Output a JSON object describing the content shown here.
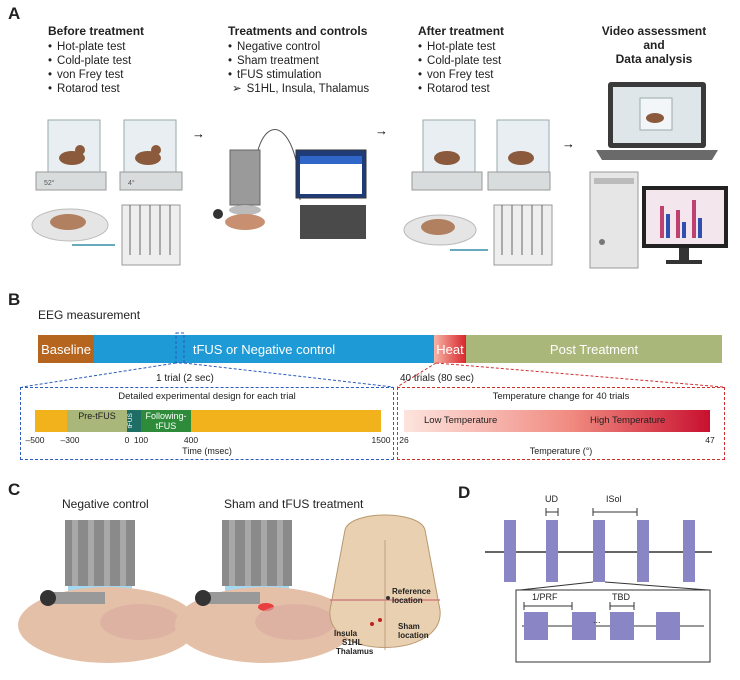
{
  "panels": {
    "A": {
      "label": "A",
      "before": {
        "title": "Before treatment",
        "items": [
          "Hot-plate test",
          "Cold-plate test",
          "von Frey test",
          "Rotarod test"
        ]
      },
      "treatments": {
        "title": "Treatments and controls",
        "items": [
          "Negative control",
          "Sham treatment",
          "tFUS stimulation"
        ],
        "subitem": "S1HL, Insula, Thalamus"
      },
      "after": {
        "title": "After treatment",
        "items": [
          "Hot-plate test",
          "Cold-plate test",
          "von Frey test",
          "Rotarod test"
        ]
      },
      "video": {
        "title_line1": "Video assessment",
        "title_line2": "and",
        "title_line3": "Data analysis"
      },
      "hot_plate_display": "52°",
      "cold_plate_display": "4°"
    },
    "B": {
      "label": "B",
      "title": "EEG measurement",
      "segments": {
        "baseline": "Baseline",
        "tfus": "tFUS or Negative control",
        "heat": "Heat",
        "post": "Post Treatment"
      },
      "one_trial": "1 trial (2 sec)",
      "forty_trials": "40 trials (80 sec)",
      "detail_title": "Detailed experimental design for each trial",
      "pre_tfus": "Pre-tFUS",
      "tfus_short": "tFUS",
      "following": "Following-tFUS",
      "ticks": [
        "–500",
        "–300",
        "0",
        "100",
        "400",
        "1500"
      ],
      "time_label": "Time (msec)",
      "temp_title": "Temperature change for 40 trials",
      "low_temp": "Low Temperature",
      "high_temp": "High Temperature",
      "temp_min": "26",
      "temp_max": "47",
      "temp_label": "Temperature (°)"
    },
    "C": {
      "label": "C",
      "negative": "Negative control",
      "sham": "Sham and tFUS treatment",
      "reference": "Reference location",
      "sham_loc": "Sham location",
      "insula": "Insula",
      "s1hl": "S1HL",
      "thalamus": "Thalamus"
    },
    "D": {
      "label": "D",
      "ud": "UD",
      "isol": "ISol",
      "prf": "1/PRF",
      "tbd": "TBD",
      "dots": "..."
    }
  },
  "colors": {
    "baseline": "#b5651d",
    "tfus": "#1e9ad6",
    "heat": "#d8262c",
    "post": "#a9b77a",
    "pulse": "#8a86c6",
    "pre": "#a9b77a",
    "green": "#2e8b3a",
    "teal": "#1e6e66",
    "orange": "#f2b21c"
  }
}
